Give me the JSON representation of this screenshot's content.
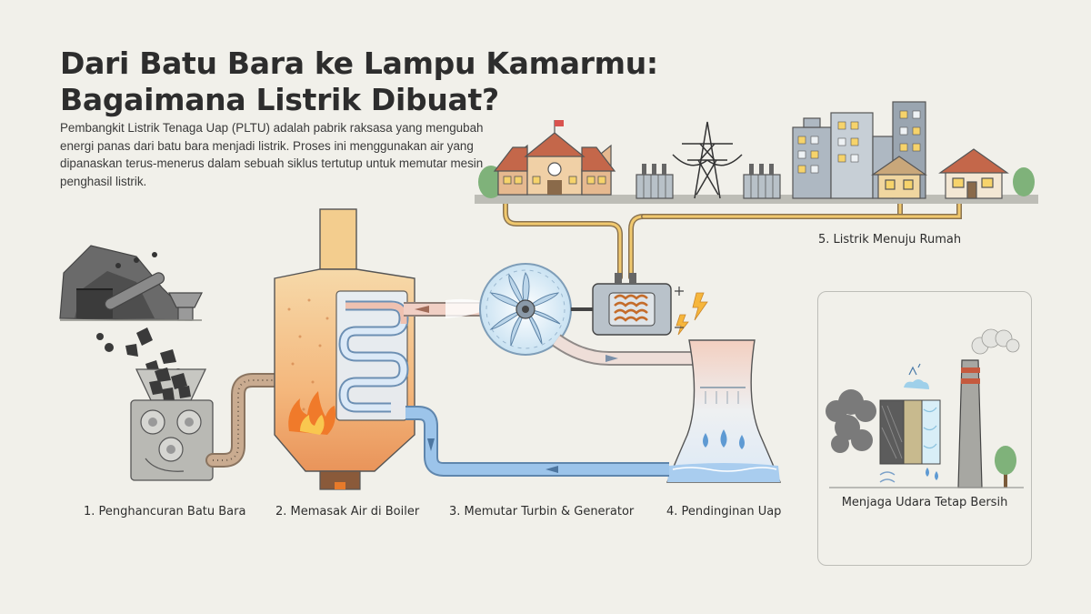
{
  "title": {
    "line1": "Dari Batu Bara ke Lampu Kamarmu:",
    "line2": "Bagaimana Listrik Dibuat?"
  },
  "intro": "Pembangkit Listrik Tenaga Uap (PLTU) adalah pabrik raksasa yang mengubah energi panas dari batu bara menjadi listrik. Proses ini menggunakan air yang dipanaskan terus-menerus dalam sebuah siklus tertutup untuk memutar mesin penghasil listrik.",
  "steps": [
    {
      "label": "1. Penghancuran Batu Bara",
      "icon": "coal-crusher-icon"
    },
    {
      "label": "2. Memasak Air di Boiler",
      "icon": "boiler-icon"
    },
    {
      "label": "3. Memutar Turbin & Generator",
      "icon": "turbine-icon"
    },
    {
      "label": "4. Pendinginan Uap",
      "icon": "cooling-tower-icon"
    }
  ],
  "distribution": {
    "label": "5. Listrik Menuju Rumah"
  },
  "emissions": {
    "label": "Menjaga Udara Tetap Bersih"
  },
  "colors": {
    "background": "#f1f0ea",
    "coal_pipe": "#a88a72",
    "steam": "#e9b9a8",
    "water": "#7fb2e3",
    "power_line": "#e0b861",
    "flame": "#f07a2a"
  }
}
